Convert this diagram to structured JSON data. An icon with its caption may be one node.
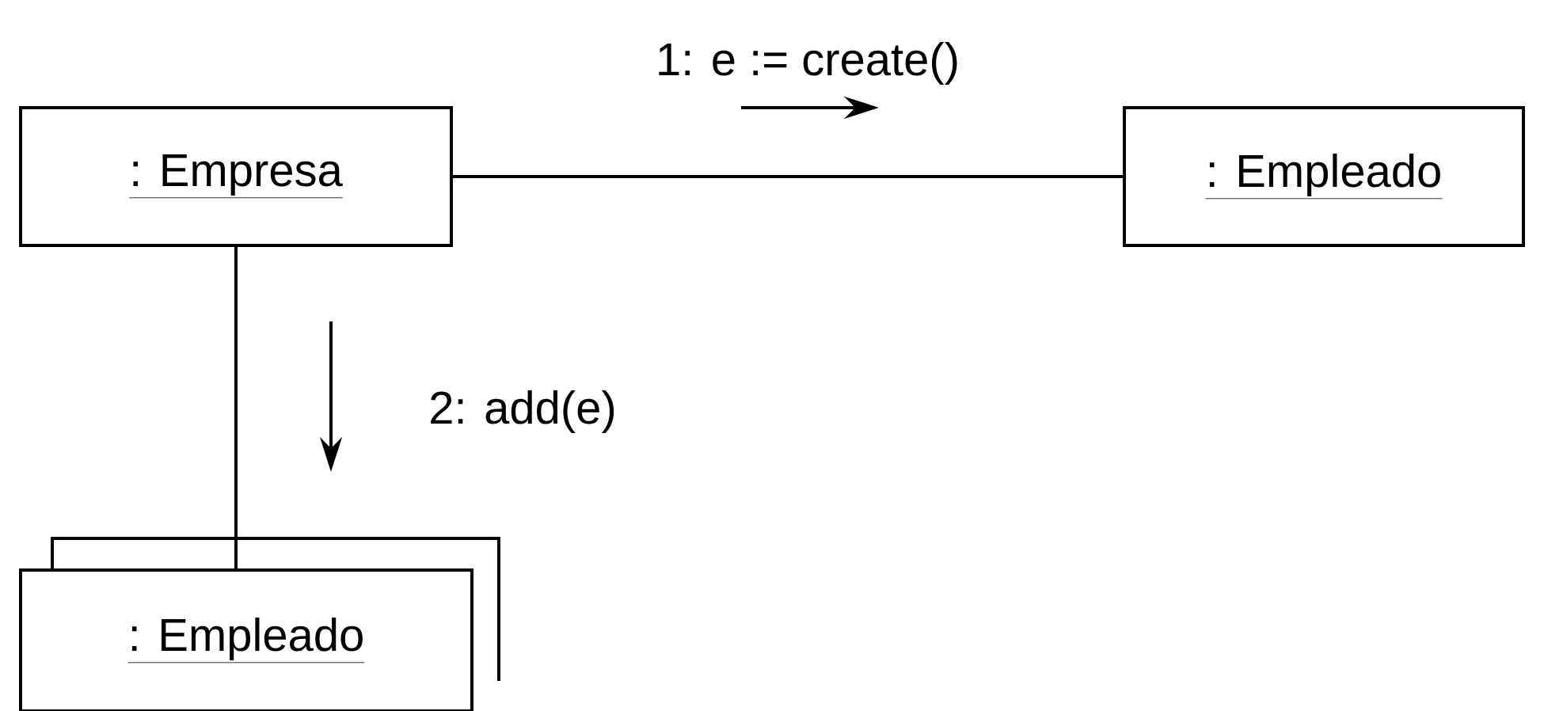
{
  "diagram": {
    "nodes": [
      {
        "text": [
          ": Empresa"
        ]
      },
      {
        "text": [
          ": Empleado"
        ]
      },
      {
        "text": [
          ": Empleado"
        ]
      }
    ],
    "edges": [
      {
        "from": 0,
        "to": 1,
        "arrow": "none",
        "label": "1: e := create()"
      },
      {
        "from": 0,
        "to": 2,
        "arrow": "none",
        "label": "2: add(e)"
      }
    ]
  }
}
